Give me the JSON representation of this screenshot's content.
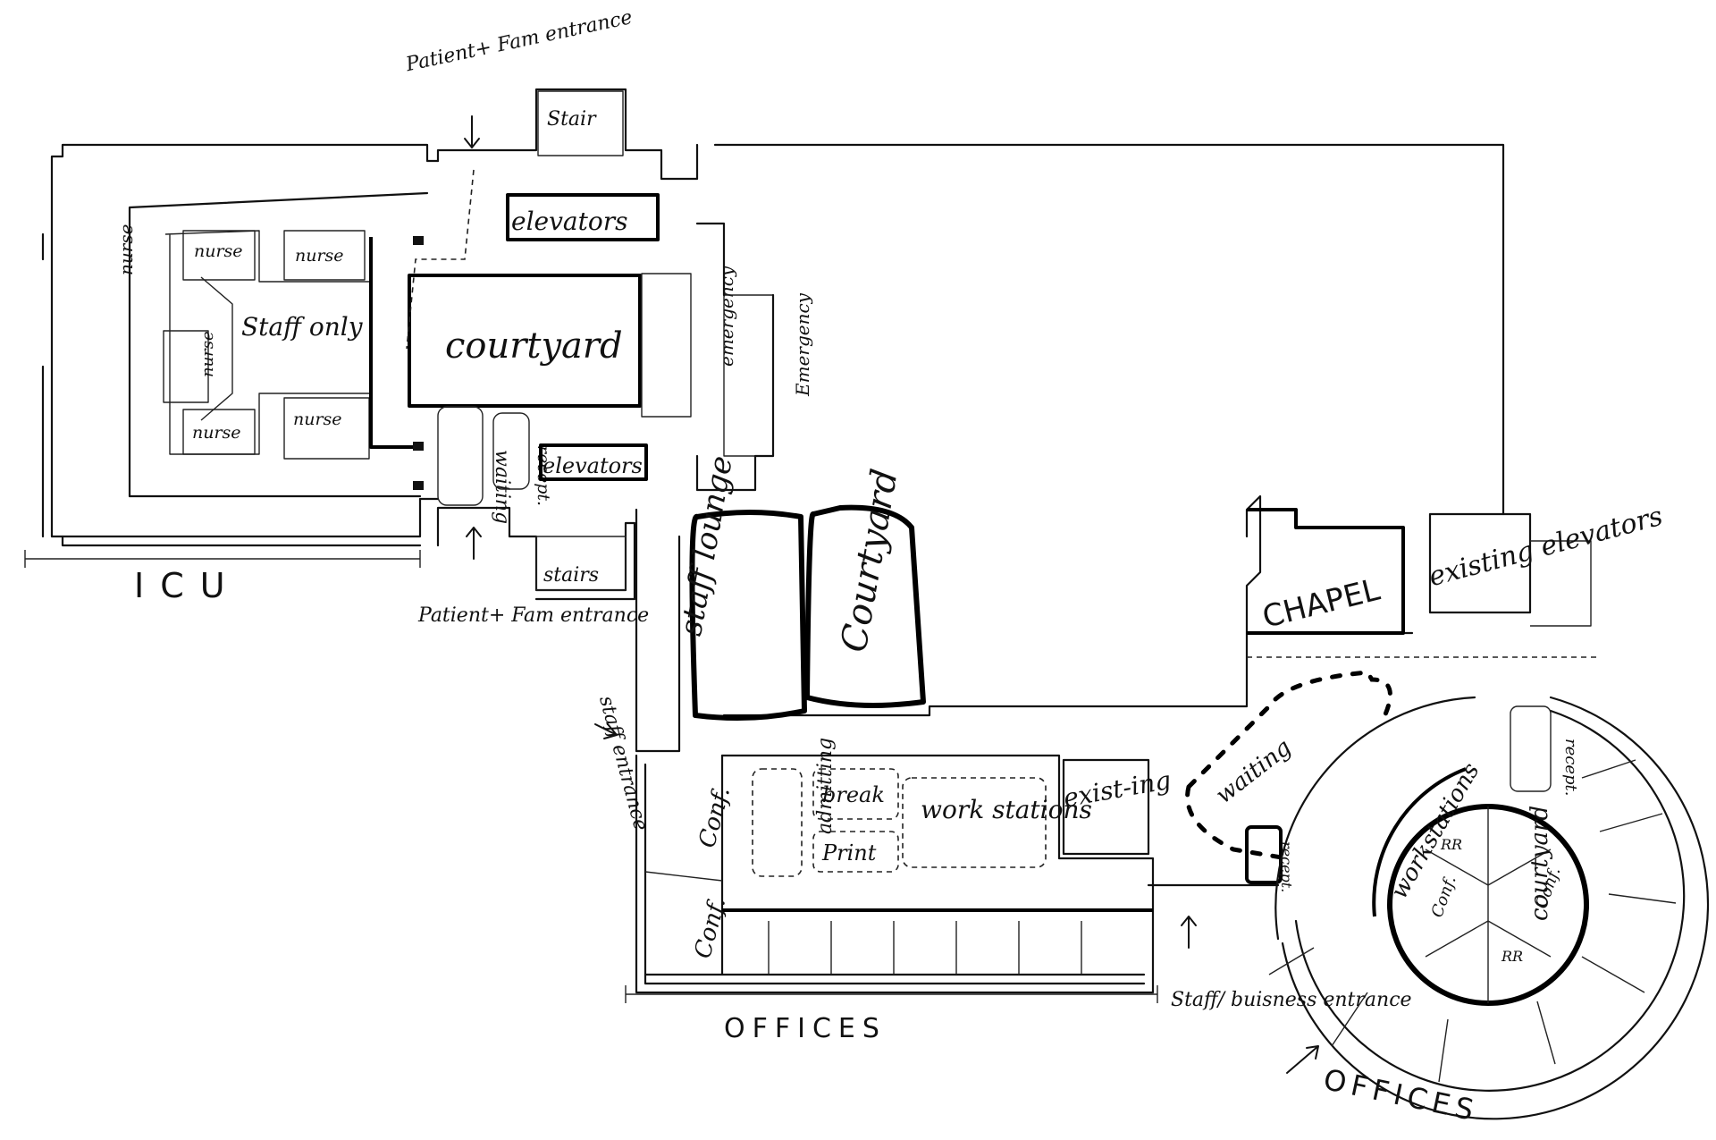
{
  "icu": {
    "title": "ICU",
    "staff_only": "Staff only",
    "nurse": "nurse",
    "courtyard": "courtyard",
    "waiting": "waiting",
    "recept": "recept.",
    "elevators": "elevators",
    "emergency": "emergency",
    "emergency_cap": "Emergency",
    "stair": "Stair",
    "stairs": "stairs"
  },
  "entrances": {
    "patient_top": "Patient+ Fam entrance",
    "patient_bottom": "Patient+ Fam entrance",
    "staff": "staff entrance",
    "staff_business": "Staff/ buisness entrance"
  },
  "center": {
    "staff_lounge": "staff lounge",
    "courtyard": "Courtyard",
    "chapel": "CHAPEL",
    "existing_elevators": "existing elevators"
  },
  "offices_wing": {
    "title": "OFFICES",
    "conf": "Conf.",
    "admitting": "admitting",
    "break": "break",
    "print": "Print",
    "work_stations": "work stations",
    "existing": "exist-ing"
  },
  "round_building": {
    "title": "OFFICES",
    "waiting": "waiting",
    "recept": "recept.",
    "workstations": "workstations",
    "courtyard": "courtyard",
    "rr": "RR",
    "conf": "Conf."
  }
}
